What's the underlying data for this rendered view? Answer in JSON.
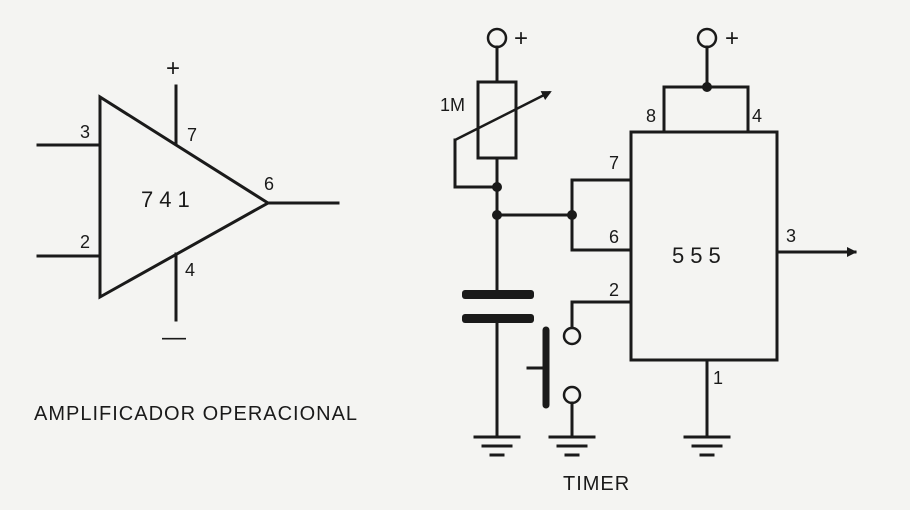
{
  "opamp": {
    "chip_label": "741",
    "pin_in_top": "3",
    "pin_in_bottom": "2",
    "pin_supply_pos": "7",
    "pin_output": "6",
    "pin_supply_neg": "4",
    "supply_plus_sign": "+",
    "supply_minus_sign": "—",
    "caption": "AMPLIFICADOR OPERACIONAL"
  },
  "timer": {
    "chip_label": "555",
    "pin_8": "8",
    "pin_4": "4",
    "pin_7": "7",
    "pin_6": "6",
    "pin_2": "2",
    "pin_3": "3",
    "pin_1": "1",
    "resistor_label": "1M",
    "supply_left_sign": "+",
    "supply_right_sign": "+",
    "caption": "TIMER"
  },
  "colors": {
    "ink": "#1a1a1a",
    "paper": "#f4f4f2"
  }
}
